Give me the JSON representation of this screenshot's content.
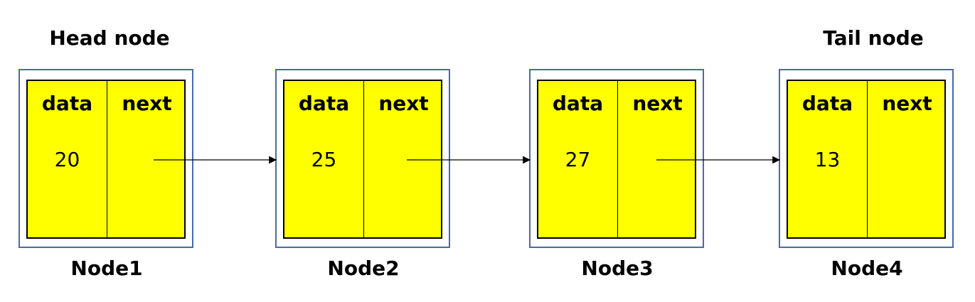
{
  "labels": {
    "head": "Head node",
    "tail": "Tail node"
  },
  "field_labels": {
    "data": "data",
    "next": "next"
  },
  "nodes": [
    {
      "name": "Node1",
      "value": "20"
    },
    {
      "name": "Node2",
      "value": "25"
    },
    {
      "name": "Node3",
      "value": "27"
    },
    {
      "name": "Node4",
      "value": "13"
    }
  ],
  "colors": {
    "node_fill": "#ffff00",
    "outer_border": "#4a6aa8",
    "inner_border": "#000000",
    "arrow": "#000000"
  }
}
